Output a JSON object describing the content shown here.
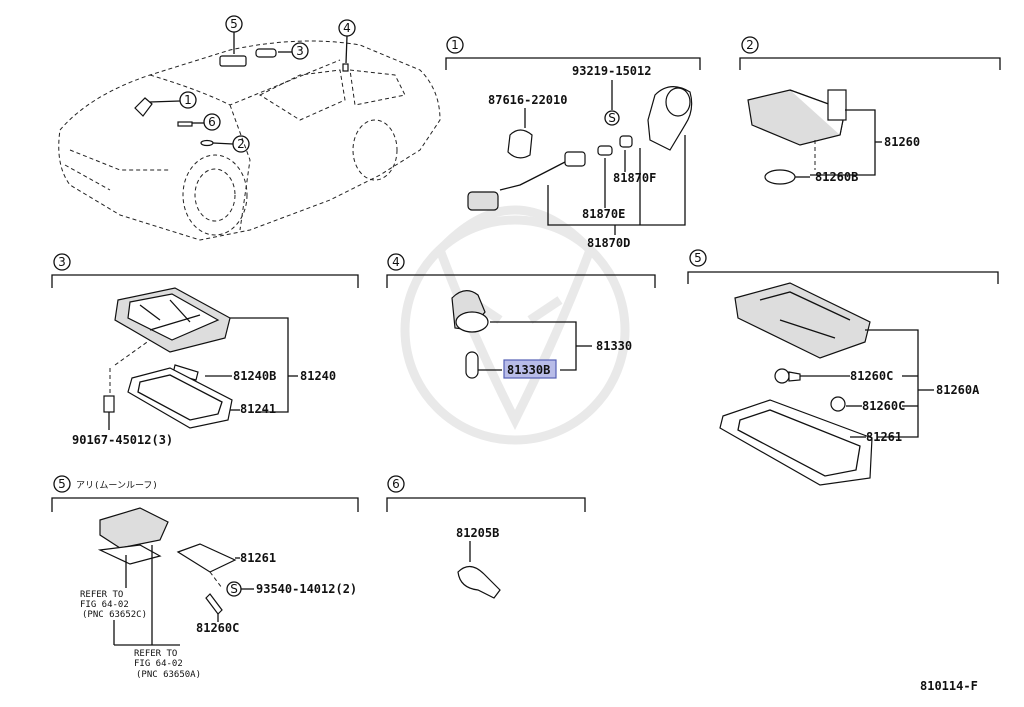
{
  "sections": {
    "s1": {
      "num": "1",
      "labels": [
        "93219-15012",
        "87616-22010",
        "81870F",
        "81870E",
        "81870D"
      ]
    },
    "s2": {
      "num": "2",
      "labels": [
        "81260",
        "81260B"
      ]
    },
    "s3": {
      "num": "3",
      "labels": [
        "81240B",
        "81240",
        "81241",
        "90167-45012(3)"
      ]
    },
    "s4": {
      "num": "4",
      "labels": [
        "81330",
        "81330B"
      ]
    },
    "s5": {
      "num": "5",
      "labels": [
        "81260C",
        "81260A",
        "81260C",
        "81261"
      ]
    },
    "s5b": {
      "num": "5",
      "title": "アリ(ムーンルーフ)",
      "labels": [
        "81261",
        "93540-14012(2)",
        "81260C"
      ],
      "refer1": [
        "REFER TO",
        "FIG 64-02",
        "(PNC 63652C)"
      ],
      "refer2": [
        "REFER TO",
        "FIG 64-02",
        "(PNC 63650A)"
      ]
    },
    "s6": {
      "num": "6",
      "labels": [
        "81205B"
      ]
    }
  },
  "car_callouts": [
    "5",
    "3",
    "4",
    "1",
    "6",
    "2"
  ],
  "symbol_s": "S",
  "highlighted_part": "81330B",
  "figure_code": "810114-F"
}
